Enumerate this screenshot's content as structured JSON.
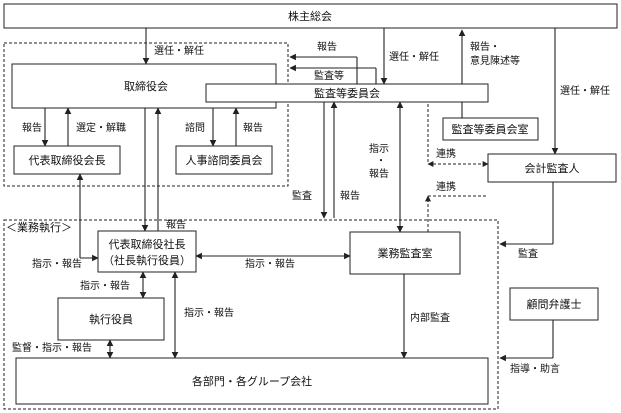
{
  "nodes": {
    "shareholders": "株主総会",
    "board": "取締役会",
    "audit_committee": "監査等委員会",
    "audit_office": "監査等委員会室",
    "representative_director": "代表取締役会長",
    "hr_committee": "人事諮問委員会",
    "accounting_auditor": "会計監査人",
    "exec_section": "＜業務執行＞",
    "president_line1": "代表取締役社長",
    "president_line2": "（社長執行役員）",
    "internal_audit": "業務監査室",
    "executive_officers": "執行役員",
    "legal_advisor": "顧問弁護士",
    "departments": "各部門・各グループ会社"
  },
  "labels": {
    "elect_board": "選任・解任",
    "report_top": "報告",
    "audit_etc": "監査等",
    "elect_committee": "選任・解任",
    "report_opinion_1": "報告・",
    "report_opinion_2": "意見陳述等",
    "elect_auditor": "選任・解任",
    "report_rep": "報告",
    "appoint_dismiss": "選定・解職",
    "consult": "諮問",
    "report_hr": "報告",
    "instruct_1": "指示",
    "instruct_2": "・",
    "instruct_3": "報告",
    "coop_1": "連携",
    "coop_2": "連携",
    "audit_mid": "監査",
    "report_mid": "報告",
    "report_pres": "報告",
    "instruct_report_left": "指示・報告",
    "instruct_report_mid": "指示・報告",
    "instruct_report_exec": "指示・報告",
    "instruct_report_dept": "指示・報告",
    "audit_right": "監査",
    "internal_audit_label": "内部監査",
    "supervise": "監督・指示・報告",
    "guidance": "指導・助言"
  }
}
